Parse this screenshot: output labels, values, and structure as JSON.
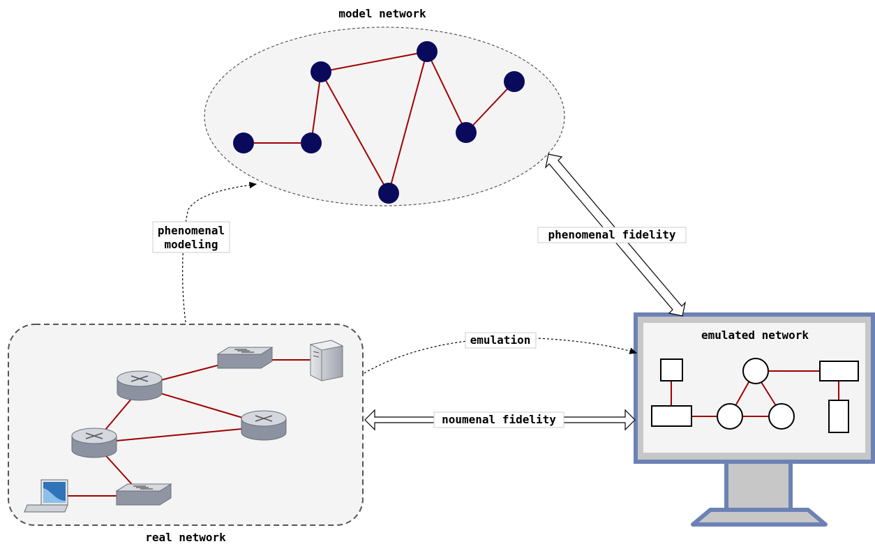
{
  "labels": {
    "model_network": "model network",
    "real_network": "real network",
    "emulated_network": "emulated network",
    "phenomenal_modeling_line1": "phenomenal",
    "phenomenal_modeling_line2": "modeling",
    "phenomenal_fidelity": "phenomenal fidelity",
    "noumenal_fidelity": "noumenal fidelity",
    "emulation": "emulation"
  },
  "colors": {
    "edge": "#a00000",
    "model_node": "#0a0a5c",
    "monitor_frame": "#6c82b4",
    "panel_fill": "#f4f4f4"
  },
  "icons": {
    "real_devices": [
      "router-icon",
      "router-icon",
      "router-icon",
      "switch-icon",
      "switch-icon",
      "server-icon",
      "laptop-icon"
    ],
    "monitor": "monitor-icon"
  }
}
